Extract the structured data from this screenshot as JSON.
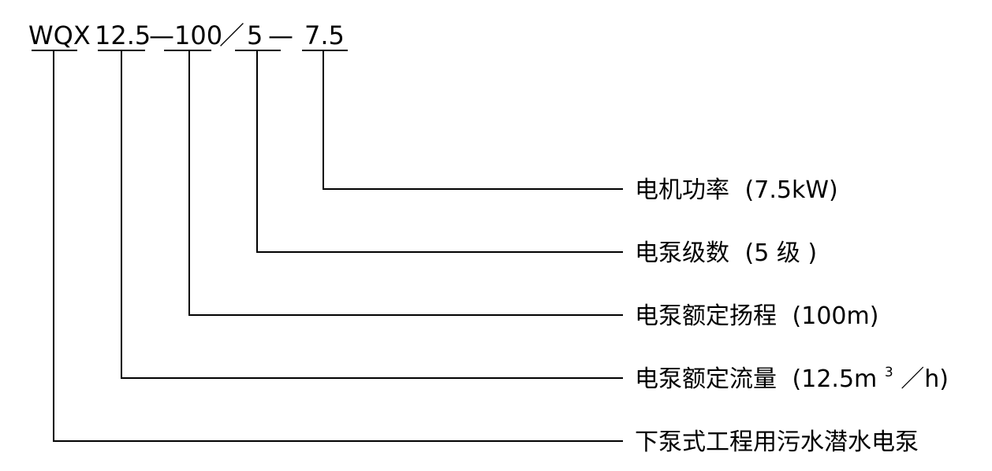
{
  "model_code": {
    "segments": [
      "WQX",
      "12.5",
      "100",
      "5",
      "7.5"
    ],
    "separators": [
      "—",
      "／",
      "—"
    ]
  },
  "labels": [
    {
      "name": "电机功率",
      "value": "(7.5kW)"
    },
    {
      "name": "电泵级数",
      "value": "(5 级 )"
    },
    {
      "name": "电泵额定扬程",
      "value": "(100m)"
    },
    {
      "name": "电泵额定流量",
      "value_prefix": "(12.5m",
      "value_sup": "3",
      "value_suffix": "／h)"
    },
    {
      "name": "下泵式工程用污水潜水电泵",
      "value": ""
    }
  ]
}
